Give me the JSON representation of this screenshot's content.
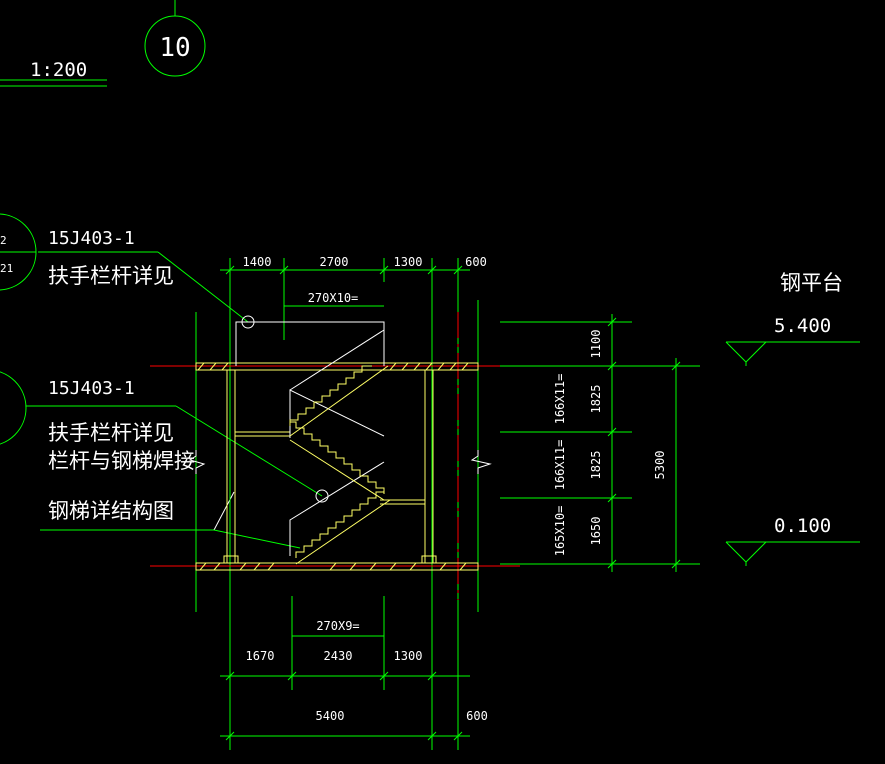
{
  "drawing": {
    "scale_label": "1:200",
    "detail_number": "10",
    "callout_top_fraction": [
      "2",
      "21"
    ],
    "notes": {
      "ref1_code": "15J403-1",
      "ref1_text": "扶手栏杆详见",
      "ref2_code": "15J403-1",
      "ref2_line1": "扶手栏杆详见",
      "ref2_line2": "栏杆与钢梯焊接",
      "ref3_text": "钢梯详结构图"
    },
    "top_dims": {
      "d1": "1400",
      "d2": "2700",
      "d3": "1300",
      "d4": "600",
      "stair_top": "270X10="
    },
    "bottom_dims": {
      "stair_bottom": "270X9=",
      "d1": "1670",
      "d2": "2430",
      "d3": "1300",
      "total": "5400",
      "d4": "600"
    },
    "right_dims": {
      "railing": "1100",
      "flight1_label": "166X11=",
      "flight1": "1825",
      "flight2_label": "166X11=",
      "flight2": "1825",
      "flight3_label": "165X10=",
      "flight3": "1650",
      "total": "5300"
    },
    "platform_label": "钢平台",
    "elevations": {
      "top": "5.400",
      "bottom": "0.100"
    }
  },
  "colors": {
    "background": "#000000",
    "dimension": "#00ff00",
    "stair": "#ffff66",
    "outline": "#ffffff",
    "axis": "#ff0000"
  }
}
